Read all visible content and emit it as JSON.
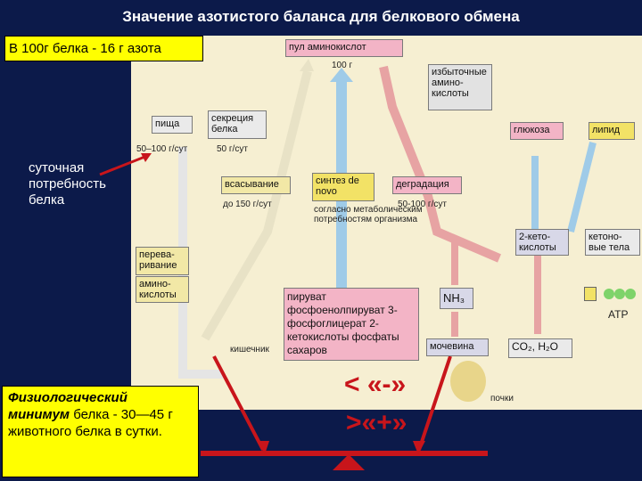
{
  "title": "Значение азотистого баланса для белкового обмена",
  "top_note": "В 100г белка  - 16 г азота",
  "diagram": {
    "pool": "пул аминокислот",
    "pool_amount": "100 г",
    "excess": "избыточные амино- кислоты",
    "glucose": "глюкоза",
    "lipid": "липид",
    "food": "пища",
    "food_amount": "50–100 г/сут",
    "secretion": "секреция белка",
    "secretion_amount": "50 г/сут",
    "absorption": "всасывание",
    "absorption_amount": "до 150 г/сут",
    "synthesis": "синтез de novo",
    "synthesis_note": "согласно метаболическим потребностям организма",
    "degradation": "деградация",
    "degradation_amount": "50-100 г/сут",
    "digestion": "перева- ривание",
    "ketoacids": "2-кето- кислоты",
    "ketone": "кетоно- вые тела",
    "aminoacids": "амино- кислоты",
    "nh3": "NH₃",
    "atp": "ATP",
    "precursors": "пируват фосфоенолпируват 3-фосфоглицерат 2-кетокислоты фосфаты сахаров",
    "intestine": "кишечник",
    "urea": "мочевина",
    "co2": "CO₂, H₂O",
    "kidneys": "почки"
  },
  "daily_need": "суточная потребность белка",
  "minimum_bold": "Физиологический минимум",
  "minimum_rest": " белка - 30—45 г животного белка в сутки.",
  "sign_minus": "< «-»",
  "sign_plus": ">«+»",
  "colors": {
    "accent_red": "#c8151b",
    "highlight_yellow": "#ffff00",
    "background": "#0c1a4a"
  }
}
